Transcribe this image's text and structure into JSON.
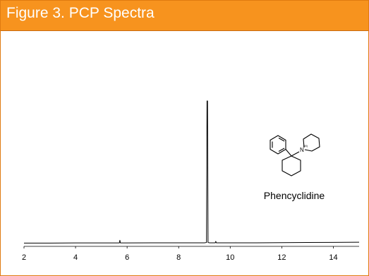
{
  "title": "Figure 3. PCP Spectra",
  "colors": {
    "title_bar": "#f7931e",
    "border": "#e07a10",
    "title_text": "#ffffff",
    "trace": "#000000"
  },
  "compound": {
    "name": "Phencyclidine",
    "atom": "N",
    "atom_charge": "(III)"
  },
  "chart_data": {
    "type": "line",
    "title": "",
    "xlabel": "",
    "ylabel": "",
    "xlim": [
      2,
      15
    ],
    "ylim": [
      0,
      100
    ],
    "x_ticks": [
      2,
      4,
      6,
      8,
      10,
      12,
      14
    ],
    "grid": false,
    "legend": "none",
    "series": [
      {
        "x": [
          2.0,
          3.0,
          4.0,
          5.0,
          5.7,
          5.72,
          5.74,
          5.76,
          5.78,
          6.0,
          7.0,
          8.0,
          9.0,
          9.08,
          9.1,
          9.12,
          9.14,
          9.2,
          9.42,
          9.44,
          9.46,
          10.0,
          11.0,
          12.0,
          13.0,
          14.0,
          15.0
        ],
        "y": [
          0.8,
          0.8,
          0.9,
          0.9,
          0.9,
          2.8,
          0.9,
          0.9,
          0.9,
          0.9,
          1.0,
          1.0,
          1.0,
          1.2,
          100,
          100,
          1.2,
          1.0,
          1.0,
          2.0,
          1.0,
          1.0,
          1.0,
          1.1,
          1.2,
          1.3,
          1.4
        ]
      }
    ]
  }
}
